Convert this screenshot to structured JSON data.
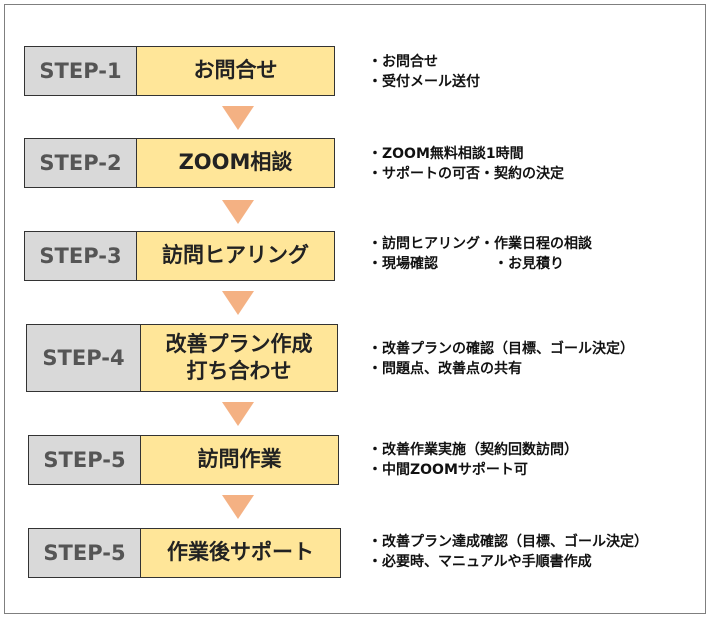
{
  "steps": [
    {
      "id": "STEP-1",
      "name": "お問合せ",
      "notes": [
        "・お問合せ",
        "・受付メール送付"
      ]
    },
    {
      "id": "STEP-2",
      "name": "ZOOM相談",
      "notes": [
        "・ZOOM無料相談1時間",
        "・サポートの可否・契約の決定"
      ]
    },
    {
      "id": "STEP-3",
      "name": "訪問ヒアリング",
      "notes": [
        "・訪問ヒアリング・作業日程の相談",
        "・現場確認　　　　・お見積り"
      ]
    },
    {
      "id": "STEP-4",
      "name_line1": "改善プラン作成",
      "name_line2": "打ち合わせ",
      "notes": [
        "・改善プランの確認（目標、ゴール決定）",
        "・問題点、改善点の共有"
      ]
    },
    {
      "id": "STEP-5",
      "name": "訪問作業",
      "notes": [
        "・改善作業実施（契約回数訪問）",
        "・中間ZOOMサポート可"
      ]
    },
    {
      "id": "STEP-5",
      "name": "作業後サポート",
      "notes": [
        "・改善プラン達成確認（目標、ゴール決定）",
        "・必要時、マニュアルや手順書作成"
      ]
    }
  ],
  "colors": {
    "step_id_bg": "#d9d9d9",
    "step_name_bg": "#ffe699",
    "arrow": "#f4b183"
  }
}
